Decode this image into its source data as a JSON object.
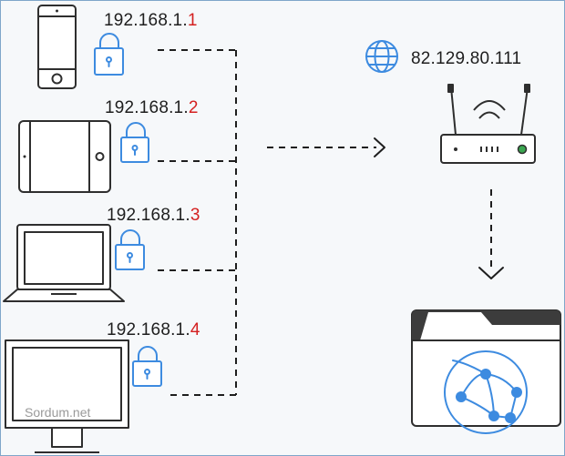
{
  "devices": [
    {
      "ip_prefix": "192.168.1.",
      "ip_last": "1",
      "icon": "smartphone-icon"
    },
    {
      "ip_prefix": "192.168.1.",
      "ip_last": "2",
      "icon": "tablet-icon"
    },
    {
      "ip_prefix": "192.168.1.",
      "ip_last": "3",
      "icon": "laptop-icon"
    },
    {
      "ip_prefix": "192.168.1.",
      "ip_last": "4",
      "icon": "monitor-icon"
    }
  ],
  "public_ip": "82.129.80.111",
  "watermark": "Sordum.net",
  "colors": {
    "accent": "#3d8be0",
    "ip_highlight": "#d42020",
    "border": "#7fa6c9"
  }
}
